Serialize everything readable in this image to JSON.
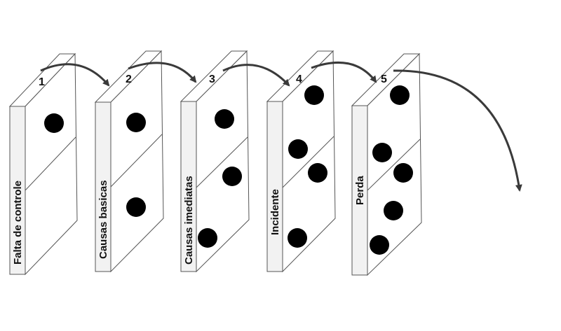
{
  "diagram": {
    "colors": {
      "background": "#ffffff",
      "domino_face": "#ffffff",
      "domino_side": "#f2f2f2",
      "domino_outline": "#555555",
      "pip": "#000000",
      "arrow": "#3a3a3a"
    },
    "dominoes": [
      {
        "number": "1",
        "label": "Falta de controle",
        "pip_count": 1
      },
      {
        "number": "2",
        "label": "Causas basicas",
        "pip_count": 2
      },
      {
        "number": "3",
        "label": "Causas imediatas",
        "pip_count": 3
      },
      {
        "number": "4",
        "label": "Incidente",
        "pip_count": 4
      },
      {
        "number": "5",
        "label": "Perda",
        "pip_count": 5
      }
    ]
  }
}
